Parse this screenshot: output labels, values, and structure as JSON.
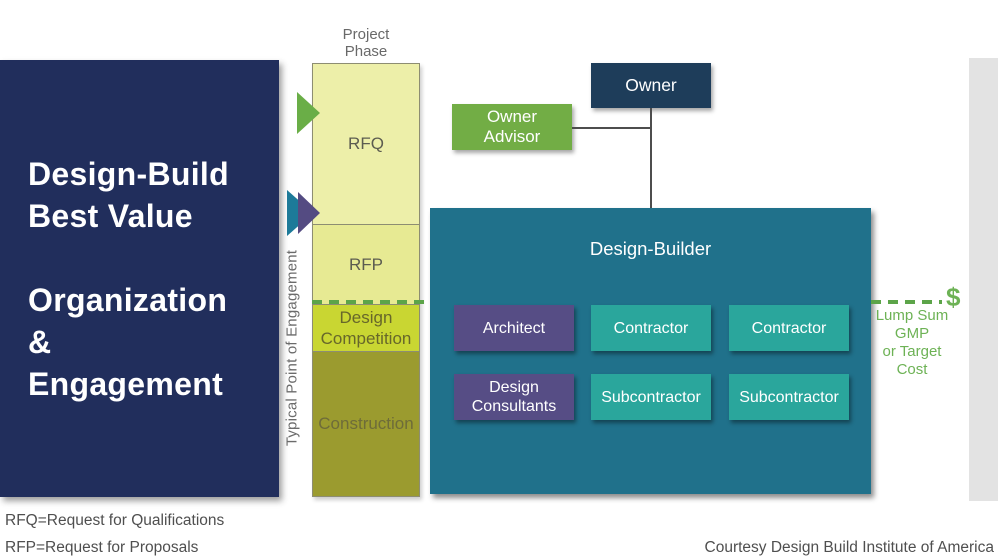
{
  "slide": {
    "title_lines": [
      "Design-Build",
      "Best Value"
    ],
    "subtitle_lines": [
      "Organization",
      "&",
      "Engagement"
    ]
  },
  "phase_chart": {
    "header": [
      "Project",
      "Phase"
    ],
    "axis_label": "Typical Point of Engagement",
    "segments": [
      {
        "label": "RFQ",
        "color": "#edefa9"
      },
      {
        "label": "RFP",
        "color": "#e7ea93"
      },
      {
        "label": "Design Competition",
        "color": "#c9d632"
      },
      {
        "label": "Construction",
        "color": "#9b9b2f"
      }
    ],
    "arrows": [
      {
        "name": "rfq-engagement-arrow",
        "color": "#6aae47"
      },
      {
        "name": "rfp-engagement-arrow-back",
        "color": "#1d7a99"
      },
      {
        "name": "rfp-engagement-arrow-front",
        "color": "#544b82"
      }
    ]
  },
  "org_chart": {
    "owner": "Owner",
    "owner_advisor": "Owner Advisor",
    "design_builder": "Design-Builder",
    "row1": [
      "Architect",
      "Contractor",
      "Contractor"
    ],
    "row2": [
      "Design Consultants",
      "Subcontractor",
      "Subcontractor"
    ],
    "colors": {
      "owner": "#1e3d5a",
      "owner_advisor": "#72ad45",
      "design_builder": "#20718b",
      "design_roles": "#564d85",
      "construction_roles": "#2aa69c"
    }
  },
  "cost_note": {
    "dollar": "$",
    "label": "Lump Sum\nGMP\nor Target\nCost",
    "color": "#6db255",
    "dash_color": "#5ca449"
  },
  "footnotes": [
    "RFQ=Request for Qualifications",
    "RFP=Request for Proposals"
  ],
  "credit": "Courtesy Design Build Institute of America"
}
